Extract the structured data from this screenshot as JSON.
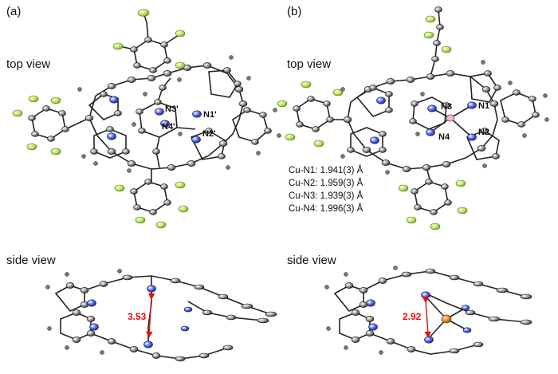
{
  "panel_a": {
    "label": "(a)",
    "top_view_label": "top view",
    "side_view_label": "side view",
    "atom_labels": [
      "N3'",
      "N1'",
      "N4'",
      "N2'"
    ],
    "distance_label": "3.53"
  },
  "panel_b": {
    "label": "(b)",
    "top_view_label": "top view",
    "side_view_label": "side view",
    "atom_labels": [
      "N3",
      "N1",
      "N4",
      "N2"
    ],
    "bond_lengths": [
      "Cu-N1: 1.941(3) Å",
      "Cu-N2: 1.959(3) Å",
      "Cu-N3: 1.939(3) Å",
      "Cu-N4: 1.996(3) Å"
    ],
    "distance_label": "2.92"
  },
  "colors": {
    "carbon": "#444444",
    "nitrogen": "#2b40d6",
    "fluorine": "#b7e05a",
    "copper": "#e08a1e",
    "distance_arrow": "#e01010"
  }
}
